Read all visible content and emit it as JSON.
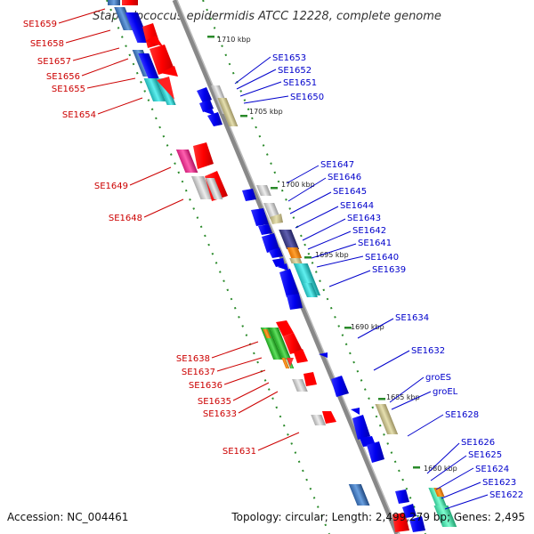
{
  "title": "Staphylococcus epidermidis ATCC 12228, complete genome",
  "footer": {
    "accession": "Accession: NC_004461",
    "topology": "Topology: circular; Length: 2,499,279 bp; Genes: 2,495"
  },
  "ticks": [
    "1710 kbp",
    "1705 kbp",
    "1700 kbp",
    "1695 kbp",
    "1690 kbp",
    "1685 kbp",
    "1680 kbp"
  ],
  "genes_left": [
    "SE1659",
    "SE1658",
    "SE1657",
    "SE1656",
    "SE1655",
    "SE1654",
    "SE1649",
    "SE1648",
    "SE1638",
    "SE1637",
    "SE1636",
    "SE1635",
    "SE1633",
    "SE1631"
  ],
  "genes_right": [
    "SE1653",
    "SE1652",
    "SE1651",
    "SE1650",
    "SE1647",
    "SE1646",
    "SE1645",
    "SE1644",
    "SE1643",
    "SE1642",
    "SE1641",
    "SE1640",
    "SE1639",
    "SE1634",
    "SE1632",
    "groES",
    "groEL",
    "SE1628",
    "SE1626",
    "SE1625",
    "SE1624",
    "SE1623",
    "SE1622"
  ],
  "colors": {
    "backbone": "#888888",
    "label_left": "#cc0000",
    "label_right": "#0000cc",
    "tick": "#2a8a2a"
  }
}
